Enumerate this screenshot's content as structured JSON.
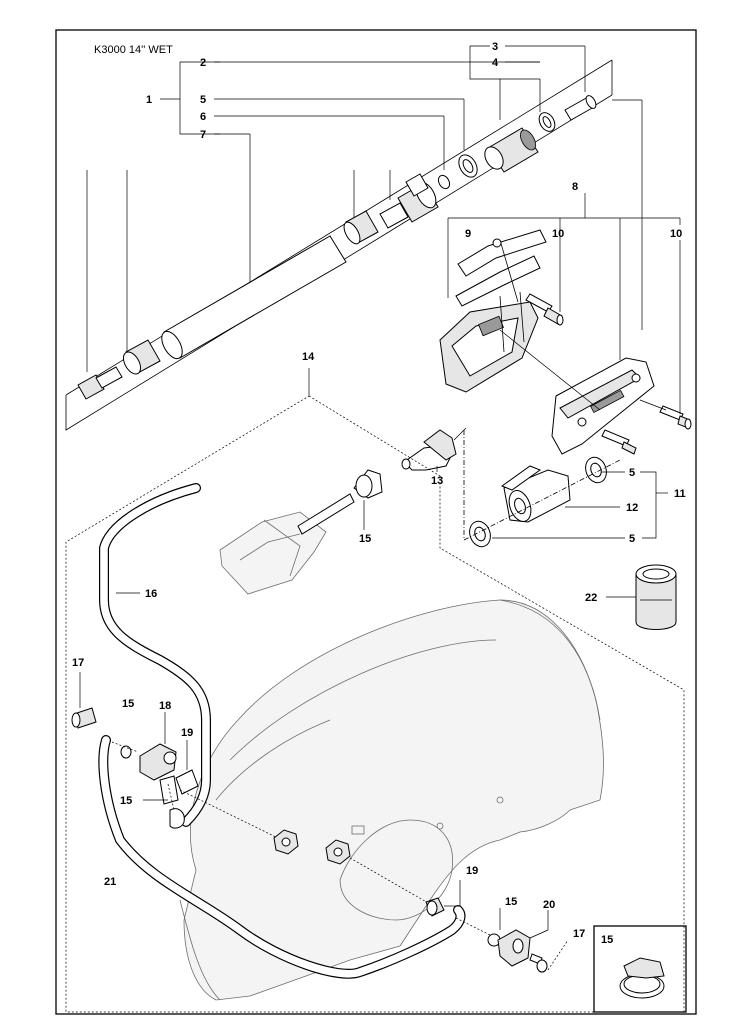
{
  "title": "K3000 14'' WET",
  "callouts": {
    "n1": "1",
    "n2": "2",
    "n3": "3",
    "n4": "4",
    "n5a": "5",
    "n5b": "5",
    "n5c": "5",
    "n6": "6",
    "n7": "7",
    "n8": "8",
    "n9": "9",
    "n10a": "10",
    "n10b": "10",
    "n11": "11",
    "n12": "12",
    "n13": "13",
    "n14": "14",
    "n15a": "15",
    "n15b": "15",
    "n15c": "15",
    "n15d": "15",
    "n15e": "15",
    "n16": "16",
    "n17a": "17",
    "n17b": "17",
    "n18": "18",
    "n19a": "19",
    "n19b": "19",
    "n20": "20",
    "n21": "21",
    "n22": "22"
  },
  "inset": {
    "label": "15"
  }
}
